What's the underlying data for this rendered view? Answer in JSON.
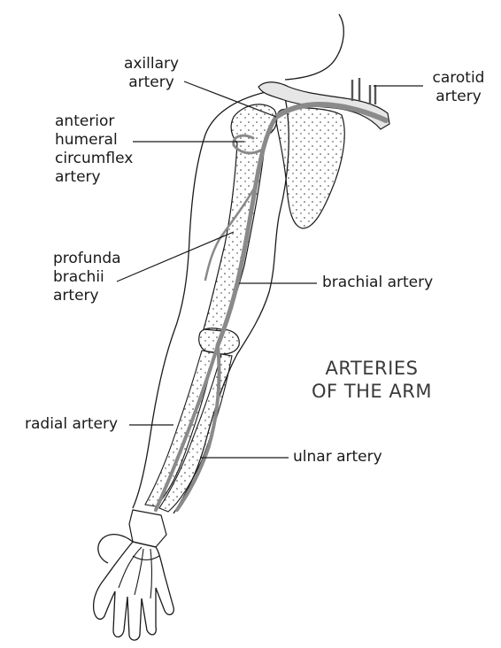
{
  "title": {
    "line1": "ARTERIES",
    "line2": "OF THE ARM"
  },
  "labels": {
    "axillary": {
      "line1": "axillary",
      "line2": "artery"
    },
    "carotid": {
      "line1": "carotid",
      "line2": "artery"
    },
    "anterior_humeral_circumflex": {
      "line1": "anterior",
      "line2": "humeral",
      "line3": "circumflex",
      "line4": "artery"
    },
    "profunda_brachii": {
      "line1": "profunda",
      "line2": "brachii",
      "line3": "artery"
    },
    "brachial": {
      "text": "brachial artery"
    },
    "radial": {
      "text": "radial artery"
    },
    "ulnar": {
      "text": "ulnar artery"
    }
  },
  "colors": {
    "outline": "#1a1a1a",
    "artery": "#8a8a8a",
    "bone_fill": "#e6e6e6",
    "leader": "#1a1a1a"
  }
}
